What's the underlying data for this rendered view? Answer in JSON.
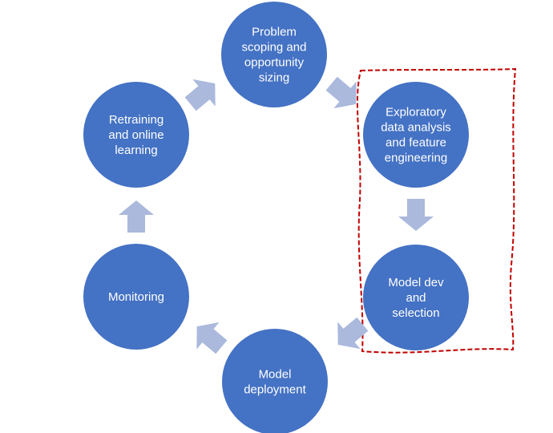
{
  "colors": {
    "node": "#4472C4",
    "arrow": "#AAB9DC",
    "highlight": "#C00000"
  },
  "nodes": [
    {
      "id": "problem-scoping",
      "lines": [
        "Problem",
        "scoping and",
        "opportunity",
        "sizing"
      ]
    },
    {
      "id": "exploratory-data-analysis",
      "lines": [
        "Exploratory",
        "data analysis",
        "and feature",
        "engineering"
      ]
    },
    {
      "id": "model-dev",
      "lines": [
        "Model dev",
        "and",
        "selection"
      ]
    },
    {
      "id": "model-deployment",
      "lines": [
        "Model",
        "deployment"
      ]
    },
    {
      "id": "monitoring",
      "lines": [
        "Monitoring"
      ]
    },
    {
      "id": "retraining",
      "lines": [
        "Retraining",
        "and online",
        "learning"
      ]
    }
  ],
  "edges": [
    {
      "from": "problem-scoping",
      "to": "exploratory-data-analysis"
    },
    {
      "from": "exploratory-data-analysis",
      "to": "model-dev"
    },
    {
      "from": "model-dev",
      "to": "model-deployment"
    },
    {
      "from": "model-deployment",
      "to": "monitoring"
    },
    {
      "from": "monitoring",
      "to": "retraining"
    },
    {
      "from": "retraining",
      "to": "problem-scoping"
    }
  ],
  "highlight_group": [
    "exploratory-data-analysis",
    "model-dev"
  ]
}
